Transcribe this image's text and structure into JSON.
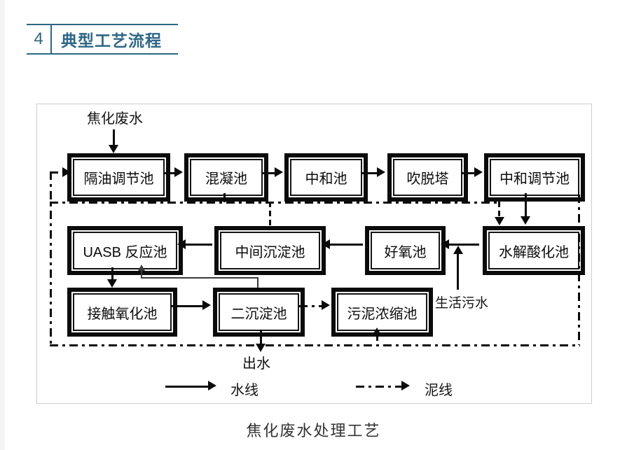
{
  "accent_color": "#2d6787",
  "header": {
    "number": "4",
    "title": "典型工艺流程"
  },
  "diagram": {
    "input_label": "焦化废水",
    "output_label": "出水",
    "side_input_label": "生活污水",
    "nodes": [
      {
        "label": "隔油调节池"
      },
      {
        "label": "混凝池"
      },
      {
        "label": "中和池"
      },
      {
        "label": "吹脱塔"
      },
      {
        "label": "中和调节池"
      },
      {
        "label": "UASB 反应池"
      },
      {
        "label": "中间沉淀池"
      },
      {
        "label": "好氧池"
      },
      {
        "label": "水解酸化池"
      },
      {
        "label": "接触氧化池"
      },
      {
        "label": "二沉淀池"
      },
      {
        "label": "污泥浓缩池"
      }
    ],
    "legend": {
      "water_label": "水线",
      "sludge_label": "泥线"
    },
    "caption": "焦化废水处理工艺"
  }
}
